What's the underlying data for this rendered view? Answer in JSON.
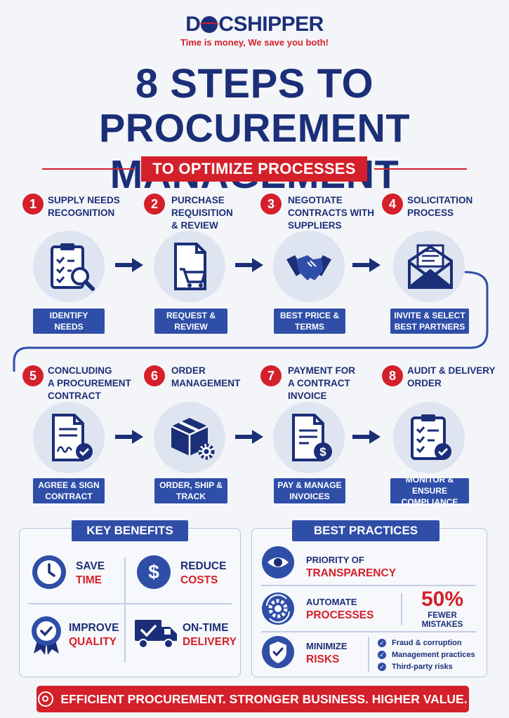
{
  "brand": {
    "logo_pre": "D",
    "logo_post": "CSHIPPER",
    "tagline": "Time is money, We save you both!"
  },
  "title": {
    "line1": "8 STEPS TO",
    "line2": "PROCUREMENT MANAGEMENT",
    "subtitle": "TO OPTIMIZE PROCESSES"
  },
  "steps": [
    {
      "num": "1",
      "title": [
        "SUPPLY NEEDS",
        "RECOGNITION"
      ],
      "tag": [
        "IDENTIFY",
        "NEEDS"
      ],
      "icon": "clipboard-search-icon"
    },
    {
      "num": "2",
      "title": [
        "PURCHASE",
        "REQUISITION",
        "& REVIEW"
      ],
      "tag": [
        "REQUEST &",
        "REVIEW"
      ],
      "icon": "document-cart-icon"
    },
    {
      "num": "3",
      "title": [
        "NEGOTIATE",
        "CONTRACTS WITH",
        "SUPPLIERS"
      ],
      "tag": [
        "BEST PRICE &",
        "TERMS"
      ],
      "icon": "handshake-icon"
    },
    {
      "num": "4",
      "title": [
        "SOLICITATION",
        "PROCESS"
      ],
      "tag": [
        "INVITE & SELECT",
        "BEST PARTNERS"
      ],
      "icon": "envelope-icon"
    },
    {
      "num": "5",
      "title": [
        "CONCLUDING",
        "A PROCUREMENT",
        "CONTRACT"
      ],
      "tag": [
        "AGREE & SIGN",
        "CONTRACT"
      ],
      "icon": "signed-contract-icon"
    },
    {
      "num": "6",
      "title": [
        "ORDER",
        "MANAGEMENT"
      ],
      "tag": [
        "ORDER, SHIP &",
        "TRACK"
      ],
      "icon": "box-gear-icon"
    },
    {
      "num": "7",
      "title": [
        "PAYMENT FOR",
        "A CONTRACT",
        "INVOICE"
      ],
      "tag": [
        "PAY & MANAGE",
        "INVOICES"
      ],
      "icon": "invoice-dollar-icon"
    },
    {
      "num": "8",
      "title": [
        "AUDIT & DELIVERY",
        "ORDER"
      ],
      "tag": [
        "MONITOR & ENSURE",
        "COMPLIANCE"
      ],
      "icon": "checklist-icon"
    }
  ],
  "benefits": {
    "title": "KEY BENEFITS",
    "items": [
      {
        "line1": "SAVE",
        "line2": "TIME",
        "icon": "clock-icon"
      },
      {
        "line1": "REDUCE",
        "line2": "COSTS",
        "icon": "dollar-icon"
      },
      {
        "line1": "IMPROVE",
        "line2": "QUALITY",
        "icon": "quality-badge-icon"
      },
      {
        "line1": "ON-TIME",
        "line2": "DELIVERY",
        "icon": "truck-icon"
      }
    ]
  },
  "practices": {
    "title": "BEST PRACTICES",
    "items": [
      {
        "line1": "PRIORITY OF",
        "line2": "TRANSPARENCY",
        "icon": "eye-icon"
      },
      {
        "line1": "AUTOMATE",
        "line2": "PROCESSES",
        "icon": "automation-gear-icon"
      },
      {
        "line1": "MINIMIZE",
        "line2": "RISKS",
        "icon": "shield-check-icon"
      }
    ],
    "stat_value": "50%",
    "stat_label": [
      "FEWER",
      "MISTAKES"
    ],
    "risks": [
      "Fraud & corruption",
      "Management practices",
      "Third-party risks"
    ]
  },
  "footer": "EFFICIENT PROCUREMENT. STRONGER BUSINESS. HIGHER VALUE.",
  "colors": {
    "navy": "#1b2f78",
    "red": "#d4202a",
    "tag_blue": "#2f4ea8"
  }
}
